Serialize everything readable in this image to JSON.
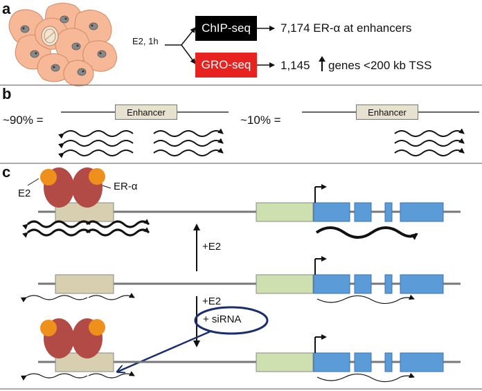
{
  "panel_a": {
    "letter": "a",
    "treatment": "E2, 1h",
    "chip_label": "ChIP-seq",
    "chip_result": "7,174 ER-α at enhancers",
    "gro_label": "GRO-seq",
    "gro_result_prefix": "1,145",
    "gro_result_suffix": "genes <200 kb TSS",
    "colors": {
      "chip_box": "#000000",
      "gro_box": "#e8221f",
      "cell_fill": "#f6b896",
      "nucleus_fill": "#f1e6d4"
    }
  },
  "panel_b": {
    "letter": "b",
    "left_pct": "~90% =",
    "right_pct": "~10% =",
    "enhancer_label_left": "Enhancer",
    "enhancer_label_right": "Enhancer"
  },
  "panel_c": {
    "letter": "c",
    "e2_label": "E2",
    "er_label": "ER-α",
    "plus_e2_up": "+E2",
    "plus_e2_down": "+E2",
    "plus_sirna": "+ siRNA",
    "colors": {
      "enhancer": "#d8cfb0",
      "promoter": "#cfe0b0",
      "exon": "#5b9bd8",
      "er_protein": "#b24a46",
      "e2_ligand": "#f0901c",
      "arrow_blue": "#1a2e6e"
    }
  }
}
